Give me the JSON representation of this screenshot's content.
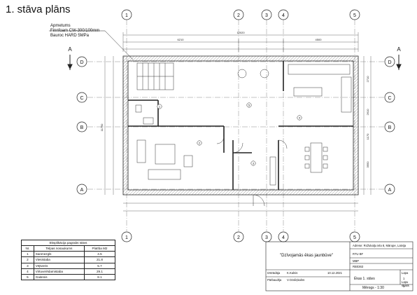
{
  "title": "1. stāva plāns",
  "layers": {
    "lines": [
      "Apmetums",
      "Finnfoam CW-300/100mm",
      "Bauroc HARD 5MPa"
    ]
  },
  "axes": {
    "vertical": [
      "1",
      "2",
      "3",
      "4",
      "5"
    ],
    "horizontal": [
      "D",
      "C",
      "B",
      "A"
    ],
    "section": "A"
  },
  "dims": {
    "total": "12020",
    "top_segments": [
      "6210",
      "4500"
    ],
    "right_segments": [
      "2710",
      "2610",
      "1170",
      "3950"
    ],
    "left_total": "11750"
  },
  "rooms": [
    "1",
    "2",
    "3",
    "4",
    "5"
  ],
  "explication": {
    "caption": "Eksplikācija pagrabs stāvs",
    "headers": [
      "Nr.",
      "Telpas nosaukums",
      "Platība M2"
    ],
    "rows": [
      [
        "1",
        "Sanmezgls",
        "4.5"
      ],
      [
        "2",
        "Viesistaba",
        "21.8"
      ],
      [
        "3",
        "Vējtveris",
        "5.7"
      ],
      [
        "4",
        "Virtuve/ēdamistaba",
        "29.1"
      ],
      [
        "5",
        "Gaitenis",
        "8.1"
      ]
    ]
  },
  "stamp": {
    "address": "Adrese: Rožukalju iela 8, Mārupe, Latvija",
    "project": "\"Dzīvojamās ēkas jaunbūve\"",
    "field_project_left": "RTU BF",
    "field_stage": "MBP",
    "field_code": "RB0363",
    "designer_role": "Izstrādāja",
    "designer_name": "K.Kalnis",
    "checker_role": "Pārbaudīja",
    "checker_name": "V.Ozoliņkalns",
    "date": "10.12.2021",
    "sheet_title": "Ēkas 1. stāvs",
    "sheet_label": "Lapa",
    "sheet_no": "1",
    "sheets_label": "Lapu skaits",
    "sheets_no": "1",
    "scale": "Mērogs - 1:30"
  }
}
